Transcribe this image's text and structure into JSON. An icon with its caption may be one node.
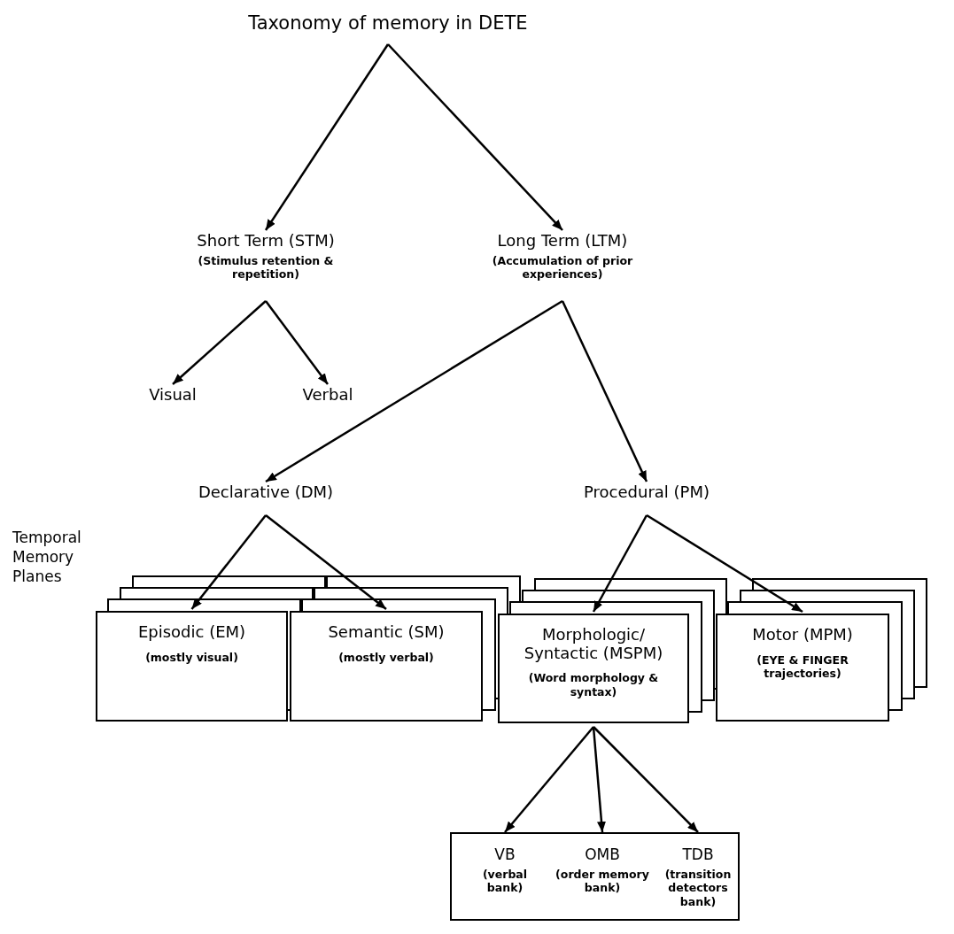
{
  "diagram": {
    "nodes": [
      {
        "text": [
          "Taxonomy of memory in DETE"
        ]
      },
      {
        "text": [
          "Short Term (STM)",
          "(Stimulus retention & repetition)"
        ]
      },
      {
        "text": [
          "Long Term (LTM)",
          "(Accumulation of prior experiences)"
        ]
      },
      {
        "text": [
          "Visual"
        ]
      },
      {
        "text": [
          "Verbal"
        ]
      },
      {
        "text": [
          "Declarative (DM)"
        ]
      },
      {
        "text": [
          "Procedural (PM)"
        ]
      },
      {
        "text": [
          "Episodic (EM)",
          "(mostly visual)"
        ]
      },
      {
        "text": [
          "Semantic (SM)",
          "(mostly verbal)"
        ]
      },
      {
        "text": [
          "Morphologic/ Syntactic (MSPM)",
          "(Word morphology & syntax)"
        ]
      },
      {
        "text": [
          "Motor (MPM)",
          "(EYE & FINGER trajectories)"
        ]
      },
      {
        "text": [],
        "shape": "box"
      },
      {
        "text": [
          "VB",
          "(verbal bank)"
        ],
        "in": 11
      },
      {
        "text": [
          "OMB",
          "(order memory bank)"
        ],
        "in": 11
      },
      {
        "text": [
          "TDB",
          "(transition detectors bank)"
        ],
        "in": 11
      }
    ],
    "edges": [
      {
        "from": 0,
        "to": 1,
        "arrow": "to"
      },
      {
        "from": 0,
        "to": 2,
        "arrow": "to"
      },
      {
        "from": 1,
        "to": 3,
        "arrow": "to"
      },
      {
        "from": 1,
        "to": 4,
        "arrow": "to"
      },
      {
        "from": 2,
        "to": 5,
        "arrow": "to"
      },
      {
        "from": 2,
        "to": 6,
        "arrow": "to"
      },
      {
        "from": 5,
        "to": 7,
        "arrow": "to"
      },
      {
        "from": 5,
        "to": 8,
        "arrow": "to"
      },
      {
        "from": 6,
        "to": 9,
        "arrow": "to"
      },
      {
        "from": 6,
        "to": 10,
        "arrow": "to"
      },
      {
        "from": 9,
        "to": 12,
        "arrow": "to"
      },
      {
        "from": 9,
        "to": 13,
        "arrow": "to"
      },
      {
        "from": 9,
        "to": 14,
        "arrow": "to"
      }
    ],
    "labels": [
      "Temporal Memory Planes"
    ]
  }
}
